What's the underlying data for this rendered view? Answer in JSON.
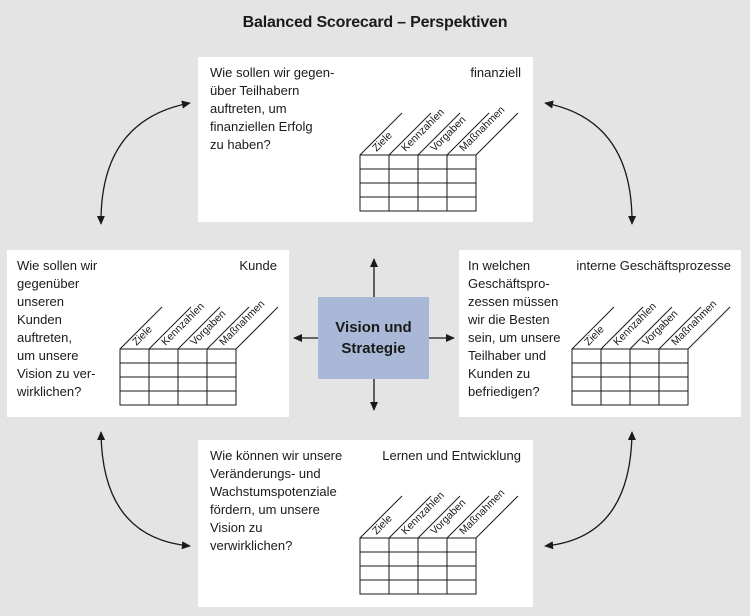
{
  "title": "Balanced Scorecard – Perspektiven",
  "center": {
    "label": "Vision und\nStrategie"
  },
  "table_columns": [
    "Ziele",
    "Kennzahlen",
    "Vorgaben",
    "Maßnahmen"
  ],
  "perspectives": {
    "top": {
      "label": "finanziell",
      "question": "Wie sollen wir gegen-\nüber Teilhabern\nauftreten, um\nfinanziellen Erfolg\nzu haben?"
    },
    "left": {
      "label": "Kunde",
      "question": "Wie sollen wir\ngegenüber\nunseren\nKunden\nauftreten,\num unsere\nVision zu ver-\nwirklichen?"
    },
    "right": {
      "label": "interne Geschäftsprozesse",
      "question": "In welchen\nGeschäftspro-\nzessen müssen\nwir die Besten\nsein, um unsere\nTeilhaber und\nKunden zu\nbefriedigen?"
    },
    "bottom": {
      "label": "Lernen und Entwicklung",
      "question": "Wie können wir unsere\nVeränderungs- und\nWachstumspotenziale\nfördern, um unsere\nVision zu\nverwirklichen?"
    }
  }
}
